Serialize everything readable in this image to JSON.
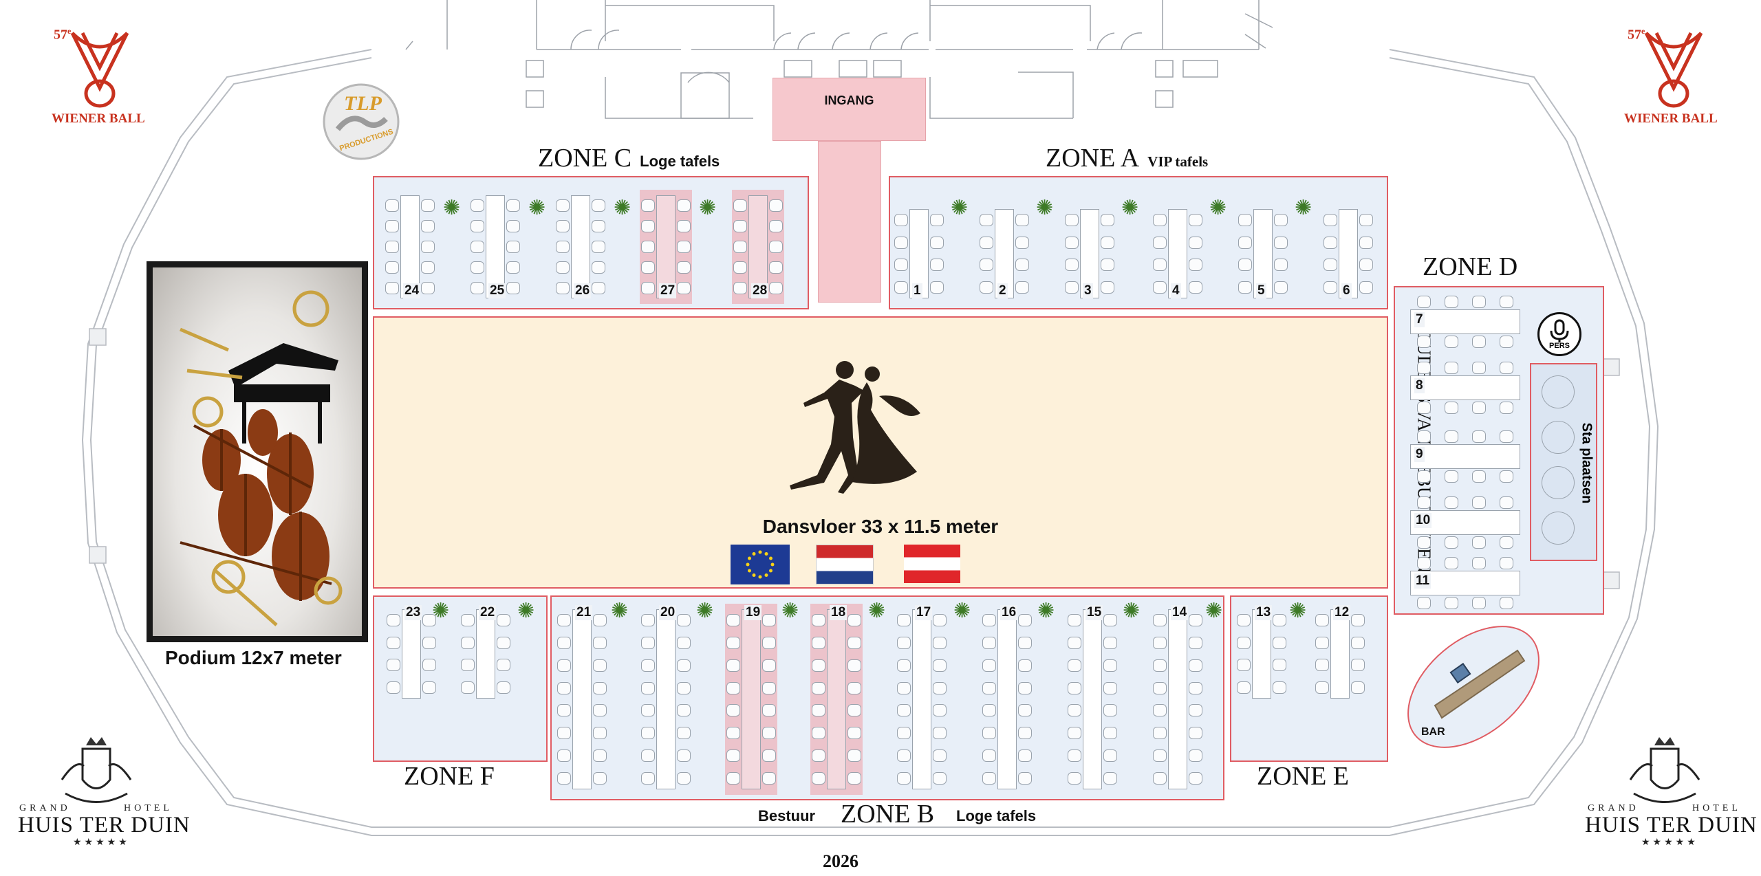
{
  "title": "Dansvloer 33 x 11.5 meter",
  "entrance": "INGANG",
  "podium": "Podium 12x7 meter",
  "year": "2026",
  "press": "PERS",
  "standing": "Sta plaatsen",
  "bar": "BAR",
  "tlp": {
    "top": "TLP",
    "bottom": "PRODUCTIONS"
  },
  "wiener": {
    "edition": "57",
    "edition_sup": "e",
    "name": "WIENER BALL"
  },
  "hotel": {
    "left": "GRAND",
    "right": "HOTEL",
    "name": "HUIS TER DUIN",
    "stars": "★★★★★"
  },
  "zones": {
    "c": {
      "name": "ZONE C",
      "sub": "Loge tafels"
    },
    "a": {
      "name": "ZONE A",
      "sub": "VIP tafels"
    },
    "d": {
      "name": "ZONE D",
      "side": "OUDERS VAN DEBUTANTEN"
    },
    "b": {
      "name": "ZONE B",
      "left_label": "Bestuur",
      "right_label": "Loge tafels"
    },
    "f": {
      "name": "ZONE F"
    },
    "e": {
      "name": "ZONE E"
    }
  },
  "tables_zone_c": [
    "24",
    "25",
    "26",
    "27",
    "28"
  ],
  "tables_zone_a": [
    "1",
    "2",
    "3",
    "4",
    "5",
    "6"
  ],
  "tables_zone_d": [
    "7",
    "8",
    "9",
    "10",
    "11"
  ],
  "tables_zone_f": [
    "23",
    "22"
  ],
  "tables_zone_b": [
    "21",
    "20",
    "19",
    "18",
    "17",
    "16",
    "15",
    "14"
  ],
  "tables_zone_e": [
    "13",
    "12"
  ],
  "colors": {
    "zone_border": "#e05c63",
    "zone_fill": "#e8eff8",
    "dance_floor": "#fdf1da",
    "highlight": "#ecc3cb",
    "logo_red": "#c8321f"
  },
  "flags": [
    "eu-flag",
    "netherlands-flag",
    "austria-flag"
  ]
}
